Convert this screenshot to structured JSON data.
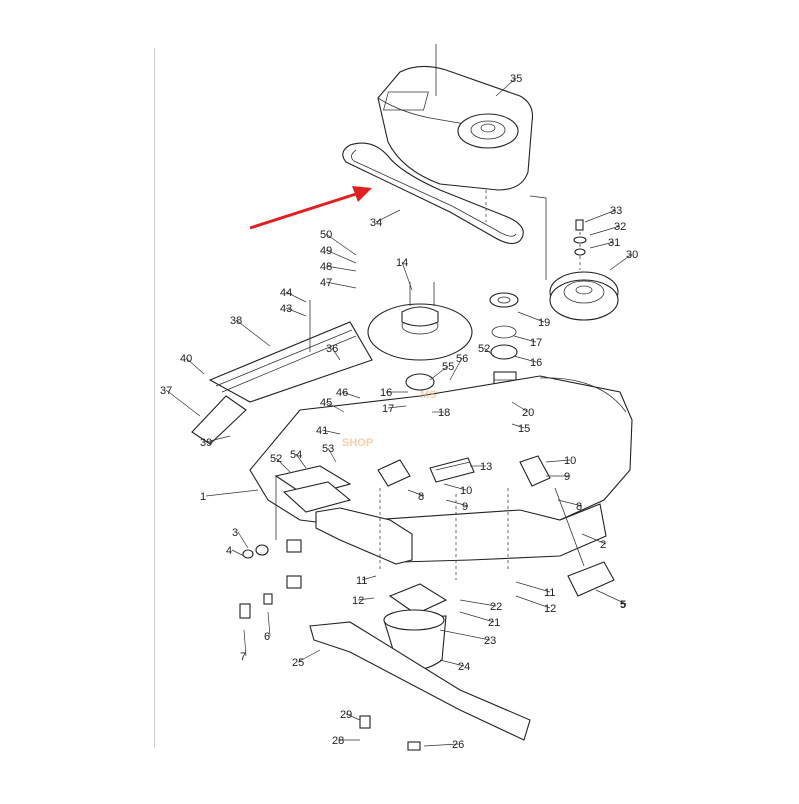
{
  "diagram": {
    "labels": [
      {
        "id": "1",
        "text": "1"
      },
      {
        "id": "2",
        "text": "2"
      },
      {
        "id": "3",
        "text": "3"
      },
      {
        "id": "4",
        "text": "4"
      },
      {
        "id": "5",
        "text": "5"
      },
      {
        "id": "6",
        "text": "6"
      },
      {
        "id": "7",
        "text": "7"
      },
      {
        "id": "8a",
        "text": "8"
      },
      {
        "id": "8b",
        "text": "8"
      },
      {
        "id": "9a",
        "text": "9"
      },
      {
        "id": "9b",
        "text": "9"
      },
      {
        "id": "10a",
        "text": "10"
      },
      {
        "id": "10b",
        "text": "10"
      },
      {
        "id": "11a",
        "text": "11"
      },
      {
        "id": "11b",
        "text": "11"
      },
      {
        "id": "12a",
        "text": "12"
      },
      {
        "id": "12b",
        "text": "12"
      },
      {
        "id": "12c",
        "text": "12"
      },
      {
        "id": "13",
        "text": "13"
      },
      {
        "id": "14",
        "text": "14"
      },
      {
        "id": "15",
        "text": "15"
      },
      {
        "id": "16a",
        "text": "16"
      },
      {
        "id": "16b",
        "text": "16"
      },
      {
        "id": "17a",
        "text": "17"
      },
      {
        "id": "17b",
        "text": "17"
      },
      {
        "id": "18",
        "text": "18"
      },
      {
        "id": "19",
        "text": "19"
      },
      {
        "id": "20",
        "text": "20"
      },
      {
        "id": "21",
        "text": "21"
      },
      {
        "id": "22",
        "text": "22"
      },
      {
        "id": "23",
        "text": "23"
      },
      {
        "id": "24",
        "text": "24"
      },
      {
        "id": "25",
        "text": "25"
      },
      {
        "id": "26",
        "text": "26"
      },
      {
        "id": "28",
        "text": "28"
      },
      {
        "id": "29",
        "text": "29"
      },
      {
        "id": "30",
        "text": "30"
      },
      {
        "id": "31",
        "text": "31"
      },
      {
        "id": "32",
        "text": "32"
      },
      {
        "id": "33",
        "text": "33"
      },
      {
        "id": "34",
        "text": "34"
      },
      {
        "id": "35",
        "text": "35"
      },
      {
        "id": "36",
        "text": "36"
      },
      {
        "id": "37",
        "text": "37"
      },
      {
        "id": "38",
        "text": "38"
      },
      {
        "id": "39",
        "text": "39"
      },
      {
        "id": "40",
        "text": "40"
      },
      {
        "id": "41",
        "text": "41"
      },
      {
        "id": "43",
        "text": "43"
      },
      {
        "id": "44",
        "text": "44"
      },
      {
        "id": "45",
        "text": "45"
      },
      {
        "id": "46",
        "text": "46"
      },
      {
        "id": "47",
        "text": "47"
      },
      {
        "id": "48",
        "text": "48"
      },
      {
        "id": "49",
        "text": "49"
      },
      {
        "id": "50",
        "text": "50"
      },
      {
        "id": "52a",
        "text": "52"
      },
      {
        "id": "52b",
        "text": "52"
      },
      {
        "id": "53",
        "text": "53"
      },
      {
        "id": "54",
        "text": "54"
      },
      {
        "id": "55",
        "text": "55"
      },
      {
        "id": "56",
        "text": "56"
      }
    ]
  },
  "watermark": {
    "line1": "MS",
    "line2": "SHOP",
    "color": "#f2a76d"
  },
  "colors": {
    "arrow": "#e02020",
    "ink": "#222222"
  }
}
